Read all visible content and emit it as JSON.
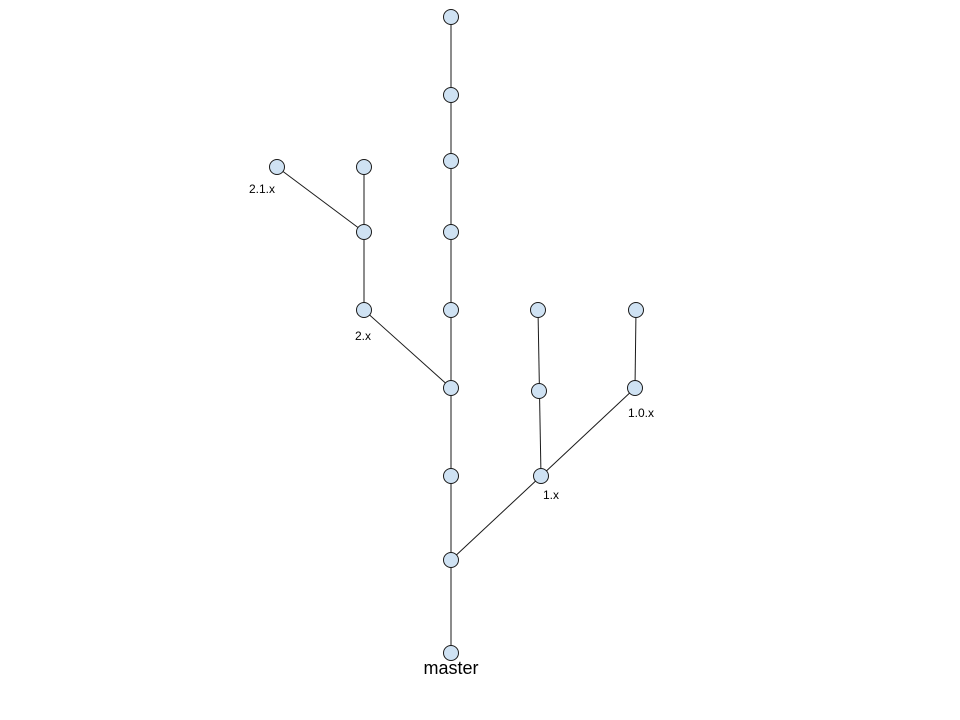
{
  "diagram": {
    "labels": {
      "master": "master",
      "branch_1x": "1.x",
      "branch_10x": "1.0.x",
      "branch_2x": "2.x",
      "branch_21x": "2.1.x"
    },
    "colors": {
      "node_fill": "#cfe2f3",
      "line": "#1a1a1a"
    }
  }
}
